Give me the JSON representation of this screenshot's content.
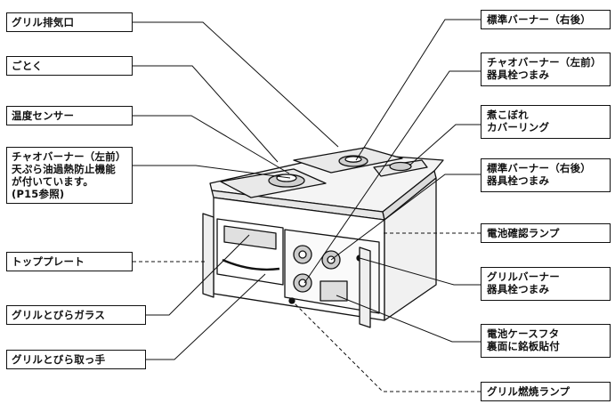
{
  "callouts": {
    "grill_exhaust": "グリル排気口",
    "trivet": "ごとく",
    "temp_sensor": "温度センサー",
    "ciao_burner_note": "チャオバーナー（左前）\n天ぷら油過熱防止機能\nが付いています。\n(P15参照)",
    "top_plate": "トッププレート",
    "grill_door_glass": "グリルとびらガラス",
    "grill_door_handle": "グリルとびら取っ手",
    "std_burner_right_rear": "標準バーナー（右後）",
    "ciao_burner_knob": "チャオバーナー（左前）\n器具栓つまみ",
    "spill_cover_ring": "煮こぼれ\nカバーリング",
    "std_burner_knob": "標準バーナー（右後）\n器具栓つまみ",
    "battery_check_lamp": "電池確認ランプ",
    "grill_burner_knob": "グリルバーナー\n器具栓つまみ",
    "battery_case_lid": "電池ケースフタ\n裏面に銘板貼付",
    "grill_burn_lamp": "グリル燃焼ランプ"
  }
}
